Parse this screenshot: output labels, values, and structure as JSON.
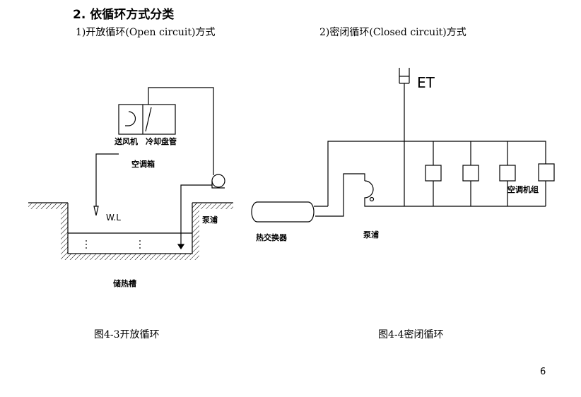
{
  "heading": "2. 依循环方式分类",
  "subtitles": {
    "open": "1)开放循环(Open circuit)方式",
    "closed": "2)密闭循环(Closed circuit)方式"
  },
  "diagram_open": {
    "fan_label": "送风机",
    "coil_label": "冷却盘管",
    "ahu_label": "空调箱",
    "pump_label": "泵浦",
    "level_label": "W.L",
    "tank_label": "储热槽",
    "caption": "图4-3开放循环"
  },
  "diagram_closed": {
    "et_label": "ET",
    "hx_label": "热交换器",
    "pump_label": "泵浦",
    "unit_label": "空调机组",
    "caption": "图4-4密闭循环"
  },
  "page_number": "6"
}
